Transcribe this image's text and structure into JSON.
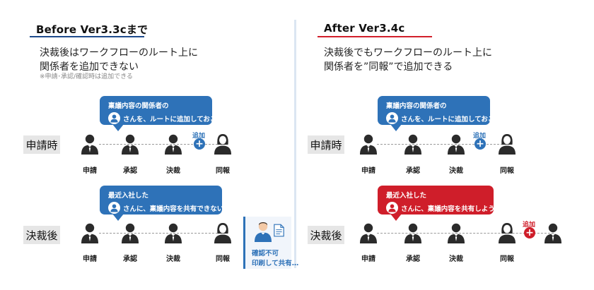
{
  "before": {
    "title": "Before Ver3.3cまで",
    "desc_lines": [
      "決裁後はワークフローのルート上に",
      "関係者を追加できない"
    ],
    "note": "※申請･承認/確認時は追加できる",
    "row1": {
      "label": "申請時",
      "bubble_line1": "稟議内容の関係者の",
      "bubble_line2": "さんを、ルートに追加しておこう。",
      "add_text": "追加",
      "steps": [
        "申請",
        "承認",
        "決裁",
        "同報"
      ]
    },
    "row2": {
      "label": "決裁後",
      "bubble_line1": "最近入社した",
      "bubble_line2": "さんに、稟議内容を共有できない…",
      "steps": [
        "申請",
        "承認",
        "決裁",
        "同報"
      ],
      "side_text_lines": [
        "確認不可",
        "印刷して共有…"
      ]
    }
  },
  "after": {
    "title": "After Ver3.4c",
    "desc_lines": [
      "決裁後でもワークフローのルート上に",
      "関係者を”同報”で追加できる"
    ],
    "row1": {
      "label": "申請時",
      "bubble_line1": "稟議内容の関係者の",
      "bubble_line2": "さんを、ルートに追加しておこう。",
      "add_text": "追加",
      "steps": [
        "申請",
        "承認",
        "決裁",
        "同報"
      ]
    },
    "row2": {
      "label": "決裁後",
      "bubble_line1": "最近入社した",
      "bubble_line2": "さんに、稟議内容を共有しよう。",
      "add_text": "追加",
      "steps": [
        "申請",
        "承認",
        "決裁",
        "同報"
      ]
    }
  },
  "colors": {
    "blue": "#2e72b8",
    "red": "#cf1e2a",
    "navy_underline": "#1e4a8c",
    "label_bg": "#e6e6e6"
  },
  "icons": [
    "businessman-icon",
    "businesswoman-icon",
    "plus-icon",
    "document-icon",
    "avatar-icon"
  ]
}
